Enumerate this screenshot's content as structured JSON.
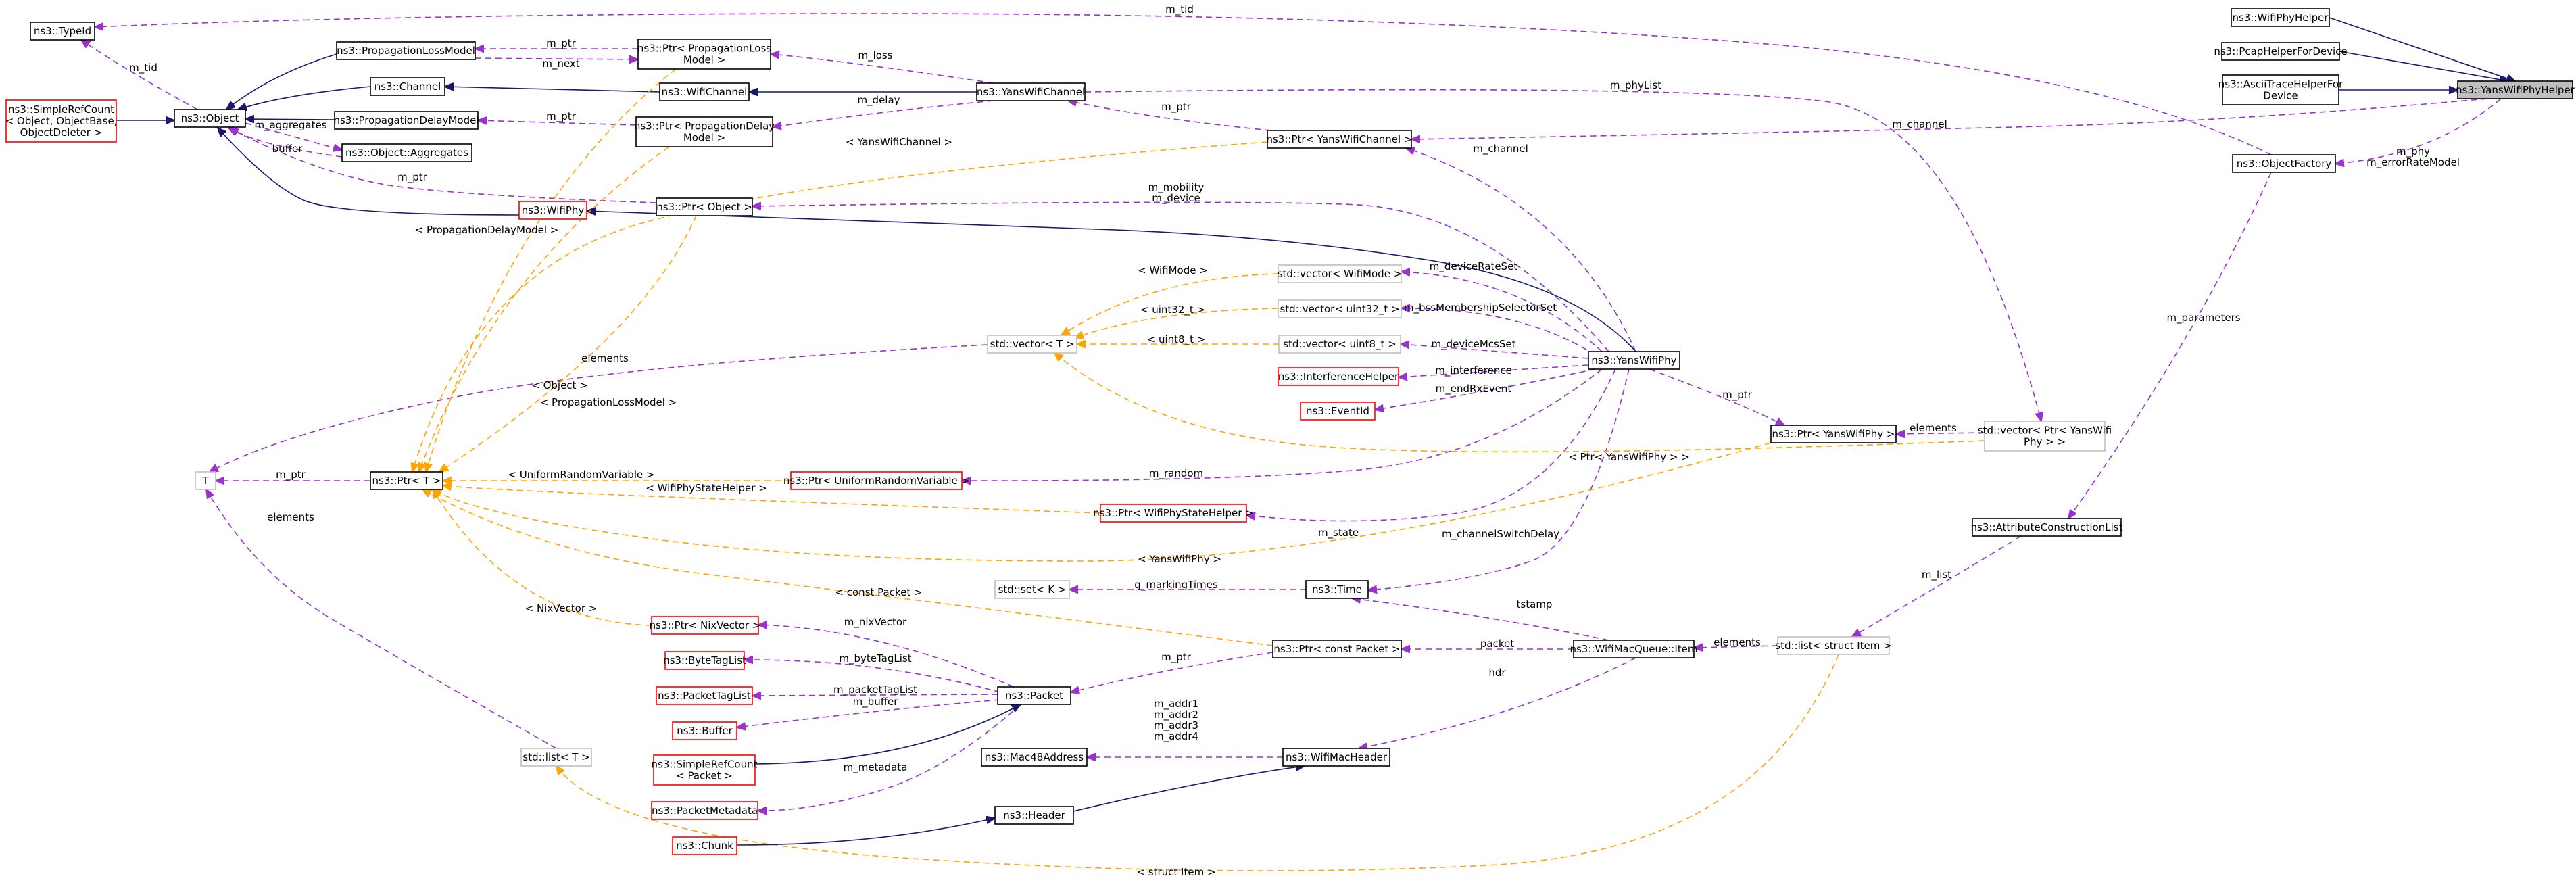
{
  "nodes": {
    "typeid": {
      "label": [
        "ns3::TypeId"
      ],
      "style": "normal"
    },
    "simplerefcount_object": {
      "label": [
        "ns3::SimpleRefCount",
        "< Object, ObjectBase,",
        "ObjectDeleter >"
      ],
      "style": "red"
    },
    "object": {
      "label": [
        "ns3::Object"
      ],
      "style": "normal"
    },
    "propagationlossmodel": {
      "label": [
        "ns3::PropagationLossModel"
      ],
      "style": "normal"
    },
    "channel": {
      "label": [
        "ns3::Channel"
      ],
      "style": "normal"
    },
    "propagationdelaymodel": {
      "label": [
        "ns3::PropagationDelayModel"
      ],
      "style": "normal"
    },
    "object_aggregates": {
      "label": [
        "ns3::Object::Aggregates"
      ],
      "style": "normal"
    },
    "ptr_propagationlossmodel": {
      "label": [
        "ns3::Ptr< PropagationLoss",
        "Model >"
      ],
      "style": "normal"
    },
    "wifichannel": {
      "label": [
        "ns3::WifiChannel"
      ],
      "style": "normal"
    },
    "ptr_propagationdelaymodel": {
      "label": [
        "ns3::Ptr< PropagationDelay",
        "Model >"
      ],
      "style": "normal"
    },
    "wifiphy": {
      "label": [
        "ns3::WifiPhy"
      ],
      "style": "red"
    },
    "ptr_object": {
      "label": [
        "ns3::Ptr< Object >"
      ],
      "style": "normal"
    },
    "yanswifichannel": {
      "label": [
        "ns3::YansWifiChannel"
      ],
      "style": "normal"
    },
    "ptr_yanswifichannel": {
      "label": [
        "ns3::Ptr< YansWifiChannel >"
      ],
      "style": "normal"
    },
    "vector_wifimode": {
      "label": [
        "std::vector< WifiMode >"
      ],
      "style": "gray"
    },
    "vector_uint32": {
      "label": [
        "std::vector< uint32_t >"
      ],
      "style": "gray"
    },
    "vector_uint8": {
      "label": [
        "std::vector< uint8_t >"
      ],
      "style": "gray"
    },
    "vector_t": {
      "label": [
        "std::vector< T >"
      ],
      "style": "gray"
    },
    "interferencehelper": {
      "label": [
        "ns3::InterferenceHelper"
      ],
      "style": "red"
    },
    "eventid": {
      "label": [
        "ns3::EventId"
      ],
      "style": "red"
    },
    "yanswifiphy": {
      "label": [
        "ns3::YansWifiPhy"
      ],
      "style": "normal"
    },
    "t": {
      "label": [
        "T"
      ],
      "style": "gray"
    },
    "ptr_t": {
      "label": [
        "ns3::Ptr< T >"
      ],
      "style": "normal"
    },
    "ptr_uniformrandomvariable": {
      "label": [
        "ns3::Ptr< UniformRandomVariable >"
      ],
      "style": "red"
    },
    "ptr_wifiphystatehelper": {
      "label": [
        "ns3::Ptr< WifiPhyStateHelper >"
      ],
      "style": "red"
    },
    "ptr_yanswifiphy": {
      "label": [
        "ns3::Ptr< YansWifiPhy >"
      ],
      "style": "normal"
    },
    "vector_ptr_yanswifiphy": {
      "label": [
        "std::vector< Ptr< YansWifi",
        "Phy > >"
      ],
      "style": "gray"
    },
    "wifiphyhelper": {
      "label": [
        "ns3::WifiPhyHelper"
      ],
      "style": "normal"
    },
    "pcaphelperfordevice": {
      "label": [
        "ns3::PcapHelperForDevice"
      ],
      "style": "normal"
    },
    "asciitracehelperfordevice": {
      "label": [
        "ns3::AsciiTraceHelperFor",
        "Device"
      ],
      "style": "normal"
    },
    "yanswifiphyhelper": {
      "label": [
        "ns3::YansWifiPhyHelper"
      ],
      "style": "focus"
    },
    "objectfactory": {
      "label": [
        "ns3::ObjectFactory"
      ],
      "style": "normal"
    },
    "attributeconstructionlist": {
      "label": [
        "ns3::AttributeConstructionList"
      ],
      "style": "normal"
    },
    "set_k": {
      "label": [
        "std::set< K >"
      ],
      "style": "gray"
    },
    "time": {
      "label": [
        "ns3::Time"
      ],
      "style": "normal"
    },
    "ptr_nixvector": {
      "label": [
        "ns3::Ptr< NixVector >"
      ],
      "style": "red"
    },
    "bytetaglist": {
      "label": [
        "ns3::ByteTagList"
      ],
      "style": "red"
    },
    "packettaglist": {
      "label": [
        "ns3::PacketTagList"
      ],
      "style": "red"
    },
    "buffer": {
      "label": [
        "ns3::Buffer"
      ],
      "style": "red"
    },
    "packet": {
      "label": [
        "ns3::Packet"
      ],
      "style": "normal"
    },
    "ptr_const_packet": {
      "label": [
        "ns3::Ptr< const Packet >"
      ],
      "style": "normal"
    },
    "simplerefcount_packet": {
      "label": [
        "ns3::SimpleRefCount",
        "< Packet >"
      ],
      "style": "red"
    },
    "packetmetadata": {
      "label": [
        "ns3::PacketMetadata"
      ],
      "style": "red"
    },
    "chunk": {
      "label": [
        "ns3::Chunk"
      ],
      "style": "red"
    },
    "header": {
      "label": [
        "ns3::Header"
      ],
      "style": "normal"
    },
    "mac48address": {
      "label": [
        "ns3::Mac48Address"
      ],
      "style": "normal"
    },
    "wifimacheader": {
      "label": [
        "ns3::WifiMacHeader"
      ],
      "style": "normal"
    },
    "wifimacqueue_item": {
      "label": [
        "ns3::WifiMacQueue::Item"
      ],
      "style": "normal"
    },
    "list_struct_item": {
      "label": [
        "std::list< struct Item >"
      ],
      "style": "gray"
    },
    "list_t": {
      "label": [
        "std::list< T >"
      ],
      "style": "gray"
    }
  },
  "edges": [
    {
      "from": "simplerefcount_object",
      "to": "object",
      "kind": "inherit"
    },
    {
      "from": "object",
      "to": "typeid",
      "kind": "usage",
      "label": [
        "m_tid"
      ]
    },
    {
      "from": "object",
      "to": "object_aggregates",
      "kind": "usage",
      "label": [
        "m_aggregates"
      ]
    },
    {
      "from": "object_aggregates",
      "to": "object",
      "kind": "usage",
      "label": [
        "buffer"
      ]
    },
    {
      "from": "object",
      "to": "propagationlossmodel",
      "kind": "inherit"
    },
    {
      "from": "object",
      "to": "channel",
      "kind": "inherit"
    },
    {
      "from": "object",
      "to": "propagationdelaymodel",
      "kind": "inherit"
    },
    {
      "from": "object",
      "to": "wifiphy",
      "kind": "inherit"
    },
    {
      "from": "channel",
      "to": "wifichannel",
      "kind": "inherit"
    },
    {
      "from": "wifichannel",
      "to": "yanswifichannel",
      "kind": "inherit"
    },
    {
      "from": "wifiphy",
      "to": "yanswifiphy",
      "kind": "inherit"
    },
    {
      "from": "ptr_object",
      "to": "object",
      "kind": "usage",
      "label": [
        "m_ptr"
      ]
    },
    {
      "from": "ptr_propagationlossmodel",
      "to": "propagationlossmodel",
      "kind": "usage",
      "label": [
        "m_ptr"
      ]
    },
    {
      "from": "propagationlossmodel",
      "to": "ptr_propagationlossmodel",
      "kind": "usage",
      "label": [
        "m_next"
      ]
    },
    {
      "from": "ptr_propagationdelaymodel",
      "to": "propagationdelaymodel",
      "kind": "usage",
      "label": [
        "m_ptr"
      ]
    },
    {
      "from": "yanswifichannel",
      "to": "ptr_propagationlossmodel",
      "kind": "usage",
      "label": [
        "m_loss"
      ]
    },
    {
      "from": "yanswifichannel",
      "to": "ptr_propagationdelaymodel",
      "kind": "usage",
      "label": [
        "m_delay"
      ]
    },
    {
      "from": "ptr_yanswifichannel",
      "to": "yanswifichannel",
      "kind": "usage",
      "label": [
        "m_ptr"
      ]
    },
    {
      "from": "yanswifichannel",
      "to": "vector_ptr_yanswifiphy",
      "kind": "usage",
      "label": [
        "m_phyList"
      ]
    },
    {
      "from": "ptr_yanswifiphy",
      "to": "vector_ptr_yanswifiphy",
      "kind": "usage",
      "label": [
        "elements"
      ]
    },
    {
      "from": "yanswifiphy",
      "to": "ptr_yanswifiphy",
      "kind": "usage",
      "label": [
        "m_ptr"
      ]
    },
    {
      "from": "yanswifiphy",
      "to": "ptr_yanswifichannel",
      "kind": "usage",
      "label": [
        "m_channel"
      ]
    },
    {
      "from": "yanswifiphy",
      "to": "ptr_object",
      "kind": "usage",
      "label": [
        "m_mobility",
        "m_device"
      ]
    },
    {
      "from": "yanswifiphy",
      "to": "vector_wifimode",
      "kind": "usage",
      "label": [
        "m_deviceRateSet"
      ]
    },
    {
      "from": "yanswifiphy",
      "to": "vector_uint32",
      "kind": "usage",
      "label": [
        "m_bssMembershipSelectorSet"
      ]
    },
    {
      "from": "yanswifiphy",
      "to": "vector_uint8",
      "kind": "usage",
      "label": [
        "m_deviceMcsSet"
      ]
    },
    {
      "from": "yanswifiphy",
      "to": "interferencehelper",
      "kind": "usage",
      "label": [
        "m_interference"
      ]
    },
    {
      "from": "yanswifiphy",
      "to": "eventid",
      "kind": "usage",
      "label": [
        "m_endRxEvent"
      ]
    },
    {
      "from": "yanswifiphy",
      "to": "ptr_uniformrandomvariable",
      "kind": "usage",
      "label": [
        "m_random"
      ]
    },
    {
      "from": "yanswifiphy",
      "to": "ptr_wifiphystatehelper",
      "kind": "usage",
      "label": [
        "m_state"
      ]
    },
    {
      "from": "yanswifiphy",
      "to": "time",
      "kind": "usage",
      "label": [
        "m_channelSwitchDelay"
      ]
    },
    {
      "from": "ptr_t",
      "to": "t",
      "kind": "usage",
      "label": [
        "m_ptr"
      ]
    },
    {
      "from": "vector_t",
      "to": "t",
      "kind": "usage",
      "label": [
        "elements"
      ]
    },
    {
      "from": "list_t",
      "to": "t",
      "kind": "usage",
      "label": [
        "elements"
      ]
    },
    {
      "from": "vector_t",
      "to": "vector_wifimode",
      "kind": "template",
      "label": [
        "< WifiMode >"
      ]
    },
    {
      "from": "vector_t",
      "to": "vector_uint32",
      "kind": "template",
      "label": [
        "< uint32_t >"
      ]
    },
    {
      "from": "vector_t",
      "to": "vector_uint8",
      "kind": "template",
      "label": [
        "< uint8_t >"
      ]
    },
    {
      "from": "vector_t",
      "to": "vector_ptr_yanswifiphy",
      "kind": "template",
      "label": [
        "< Ptr< YansWifiPhy > >"
      ]
    },
    {
      "from": "ptr_t",
      "to": "ptr_propagationlossmodel",
      "kind": "template",
      "label": [
        "< PropagationLossModel >"
      ]
    },
    {
      "from": "ptr_t",
      "to": "ptr_propagationdelaymodel",
      "kind": "template",
      "label": [
        "< PropagationDelayModel >"
      ]
    },
    {
      "from": "ptr_t",
      "to": "ptr_yanswifichannel",
      "kind": "template",
      "label": [
        "< YansWifiChannel >"
      ]
    },
    {
      "from": "ptr_t",
      "to": "ptr_object",
      "kind": "template",
      "label": [
        "< Object >"
      ]
    },
    {
      "from": "ptr_t",
      "to": "ptr_uniformrandomvariable",
      "kind": "template",
      "label": [
        "< UniformRandomVariable >"
      ]
    },
    {
      "from": "ptr_t",
      "to": "ptr_wifiphystatehelper",
      "kind": "template",
      "label": [
        "< WifiPhyStateHelper >"
      ]
    },
    {
      "from": "ptr_t",
      "to": "ptr_yanswifiphy",
      "kind": "template",
      "label": [
        "< YansWifiPhy >"
      ]
    },
    {
      "from": "ptr_t",
      "to": "ptr_const_packet",
      "kind": "template",
      "label": [
        "< const Packet >"
      ]
    },
    {
      "from": "ptr_t",
      "to": "ptr_nixvector",
      "kind": "template",
      "label": [
        "< NixVector >"
      ]
    },
    {
      "from": "list_t",
      "to": "list_struct_item",
      "kind": "template",
      "label": [
        "< struct Item >"
      ]
    },
    {
      "from": "wifiphyhelper",
      "to": "yanswifiphyhelper",
      "kind": "inherit"
    },
    {
      "from": "pcaphelperfordevice",
      "to": "yanswifiphyhelper",
      "kind": "inherit"
    },
    {
      "from": "asciitracehelperfordevice",
      "to": "yanswifiphyhelper",
      "kind": "inherit"
    },
    {
      "from": "yanswifiphyhelper",
      "to": "ptr_yanswifichannel",
      "kind": "usage",
      "label": [
        "m_channel"
      ]
    },
    {
      "from": "yanswifiphyhelper",
      "to": "objectfactory",
      "kind": "usage",
      "label": [
        "m_phy",
        "m_errorRateModel"
      ]
    },
    {
      "from": "objectfactory",
      "to": "typeid",
      "kind": "usage",
      "label": [
        "m_tid"
      ]
    },
    {
      "from": "objectfactory",
      "to": "attributeconstructionlist",
      "kind": "usage",
      "label": [
        "m_parameters"
      ]
    },
    {
      "from": "attributeconstructionlist",
      "to": "list_struct_item",
      "kind": "usage",
      "label": [
        "m_list"
      ]
    },
    {
      "from": "wifimacqueue_item",
      "to": "list_struct_item",
      "kind": "usage",
      "label": [
        "elements"
      ]
    },
    {
      "from": "time",
      "to": "set_k",
      "kind": "usage",
      "label": [
        "g_markingTimes"
      ]
    },
    {
      "from": "wifimacqueue_item",
      "to": "time",
      "kind": "usage",
      "label": [
        "tstamp"
      ]
    },
    {
      "from": "wifimacqueue_item",
      "to": "ptr_const_packet",
      "kind": "usage",
      "label": [
        "packet"
      ]
    },
    {
      "from": "wifimacqueue_item",
      "to": "wifimacheader",
      "kind": "usage",
      "label": [
        "hdr"
      ]
    },
    {
      "from": "ptr_const_packet",
      "to": "packet",
      "kind": "usage",
      "label": [
        "m_ptr"
      ]
    },
    {
      "from": "packet",
      "to": "ptr_nixvector",
      "kind": "usage",
      "label": [
        "m_nixVector"
      ]
    },
    {
      "from": "packet",
      "to": "bytetaglist",
      "kind": "usage",
      "label": [
        "m_byteTagList"
      ]
    },
    {
      "from": "packet",
      "to": "packettaglist",
      "kind": "usage",
      "label": [
        "m_packetTagList"
      ]
    },
    {
      "from": "packet",
      "to": "buffer",
      "kind": "usage",
      "label": [
        "m_buffer"
      ]
    },
    {
      "from": "packet",
      "to": "packetmetadata",
      "kind": "usage",
      "label": [
        "m_metadata"
      ]
    },
    {
      "from": "simplerefcount_packet",
      "to": "packet",
      "kind": "inherit"
    },
    {
      "from": "wifimacheader",
      "to": "mac48address",
      "kind": "usage",
      "label": [
        "m_addr1",
        "m_addr2",
        "m_addr3",
        "m_addr4"
      ]
    },
    {
      "from": "header",
      "to": "wifimacheader",
      "kind": "inherit"
    },
    {
      "from": "chunk",
      "to": "header",
      "kind": "inherit"
    }
  ]
}
